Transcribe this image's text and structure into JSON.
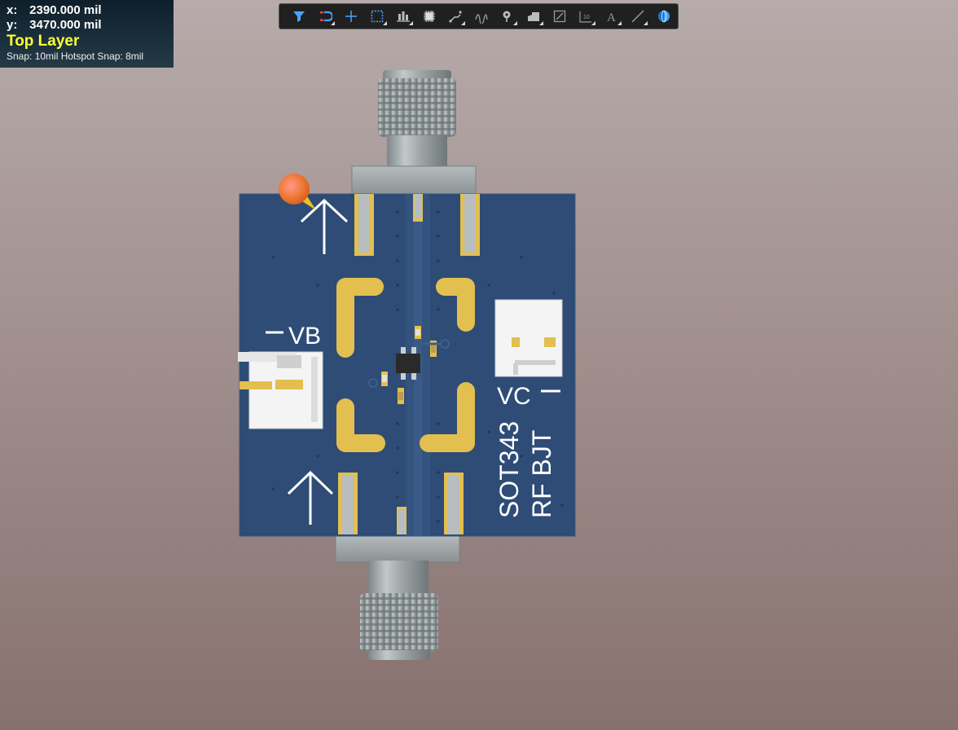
{
  "coords": {
    "x_label": "x:",
    "x_value": "2390.000 mil",
    "y_label": "y:",
    "y_value": "3470.000 mil",
    "layer": "Top Layer",
    "snap": "Snap: 10mil Hotspot Snap: 8mil"
  },
  "toolbar": {
    "tools": [
      {
        "name": "filter-icon"
      },
      {
        "name": "snap-magnet-icon"
      },
      {
        "name": "crosshair-icon"
      },
      {
        "name": "select-rect-icon"
      },
      {
        "name": "align-icon"
      },
      {
        "name": "component-icon"
      },
      {
        "name": "route-icon"
      },
      {
        "name": "diff-pair-icon"
      },
      {
        "name": "via-icon"
      },
      {
        "name": "polygon-icon"
      },
      {
        "name": "board-region-icon"
      },
      {
        "name": "dimension-icon"
      },
      {
        "name": "text-icon"
      },
      {
        "name": "line-icon"
      },
      {
        "name": "3d-body-icon"
      }
    ]
  },
  "board": {
    "label_vb": "VB",
    "label_vc": "VC",
    "label_part": "SOT343",
    "label_type": "RF BJT"
  },
  "colors": {
    "board": "#2d4a72",
    "copper": "#e2bf4f",
    "silkscreen": "#ffffff",
    "connector_metal": "#a9b0b3"
  }
}
